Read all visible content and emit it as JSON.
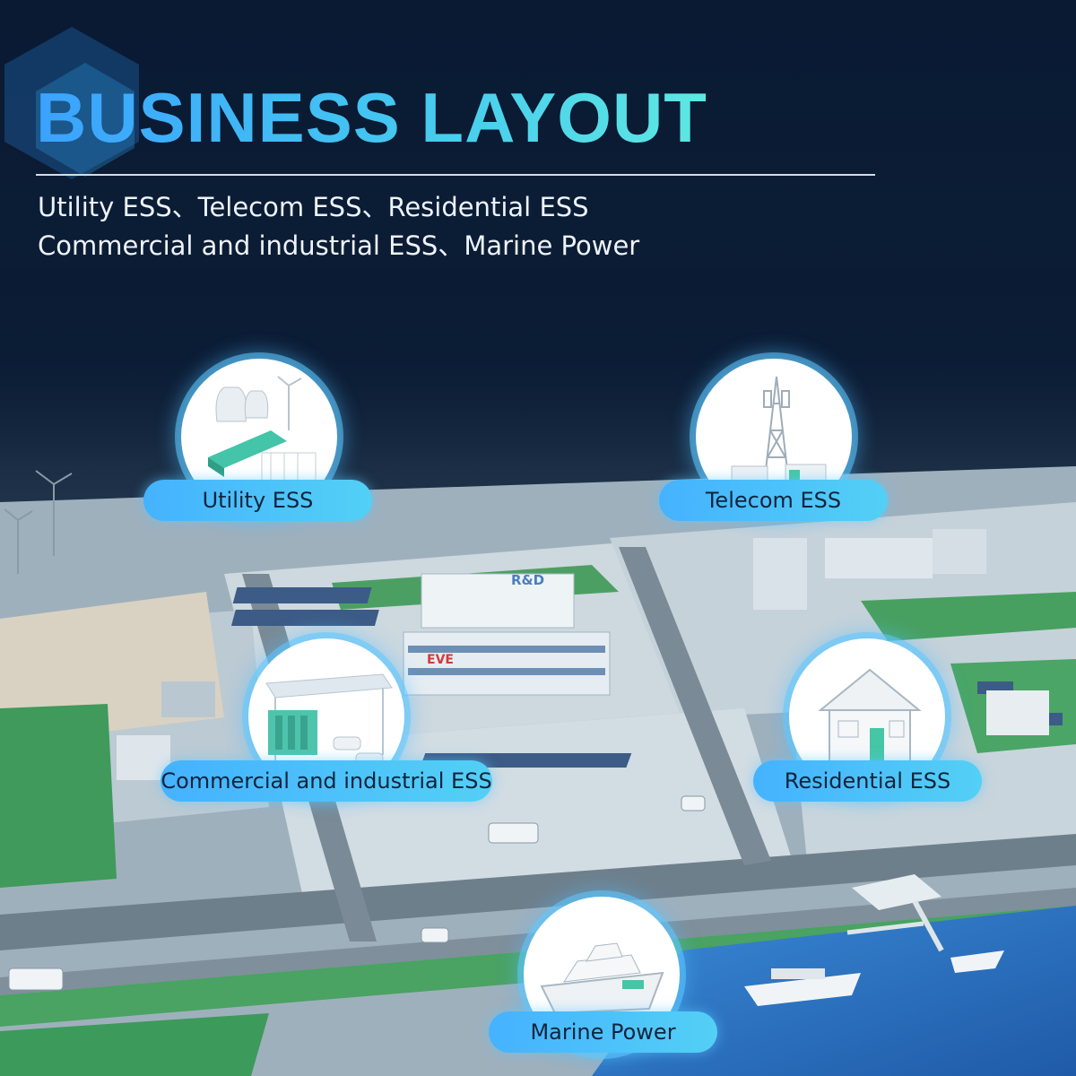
{
  "header": {
    "title": "BUSINESS LAYOUT",
    "subtitle_line1": "Utility ESS、Telecom ESS、Residential ESS",
    "subtitle_line2": "Commercial and industrial ESS、Marine Power"
  },
  "scene_signs": {
    "rd_sign": "R&D",
    "company_sign": "EVE"
  },
  "nodes": {
    "utility": {
      "label": "Utility ESS",
      "icon": "power-plant-icon"
    },
    "telecom": {
      "label": "Telecom ESS",
      "icon": "telecom-tower-icon"
    },
    "commercial": {
      "label": "Commercial and industrial ESS",
      "icon": "solar-carport-icon"
    },
    "residential": {
      "label": "Residential ESS",
      "icon": "house-icon"
    },
    "marine": {
      "label": "Marine Power",
      "icon": "ship-icon"
    }
  },
  "colors": {
    "background_top": "#0a1a33",
    "accent_blue": "#3ba2ff",
    "accent_cyan": "#5ee8e2",
    "label_pill": "#4cc2fa",
    "water": "#2a6fc0",
    "grass": "#3e9a5a"
  }
}
